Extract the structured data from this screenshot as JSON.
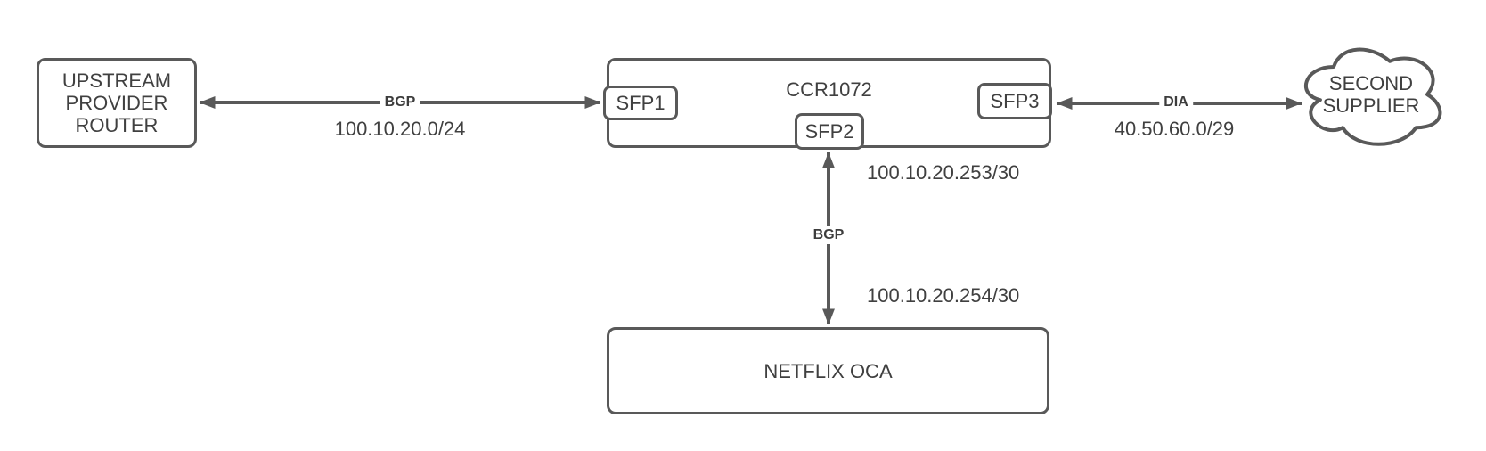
{
  "colors": {
    "stroke": "#595959",
    "text": "#404040",
    "background": "#ffffff"
  },
  "nodes": {
    "upstream_router": {
      "label": "UPSTREAM\nPROVIDER\nROUTER"
    },
    "ccr1072": {
      "label": "CCR1072",
      "ports": {
        "sfp1": {
          "label": "SFP1"
        },
        "sfp2": {
          "label": "SFP2"
        },
        "sfp3": {
          "label": "SFP3"
        }
      }
    },
    "netflix_oca": {
      "label": "NETFLIX OCA"
    },
    "second_supplier": {
      "label": "SECOND\nSUPPLIER"
    }
  },
  "links": {
    "upstream_bgp": {
      "from": "UPSTREAM PROVIDER ROUTER",
      "to": "SFP1",
      "protocol": "BGP",
      "subnet": "100.10.20.0/24"
    },
    "dia": {
      "from": "SFP3",
      "to": "SECOND SUPPLIER",
      "protocol": "DIA",
      "subnet": "40.50.60.0/29"
    },
    "oca_bgp": {
      "from": "SFP2",
      "to": "NETFLIX OCA",
      "protocol": "BGP",
      "router_side_ip": "100.10.20.253/30",
      "oca_side_ip": "100.10.20.254/30"
    }
  }
}
